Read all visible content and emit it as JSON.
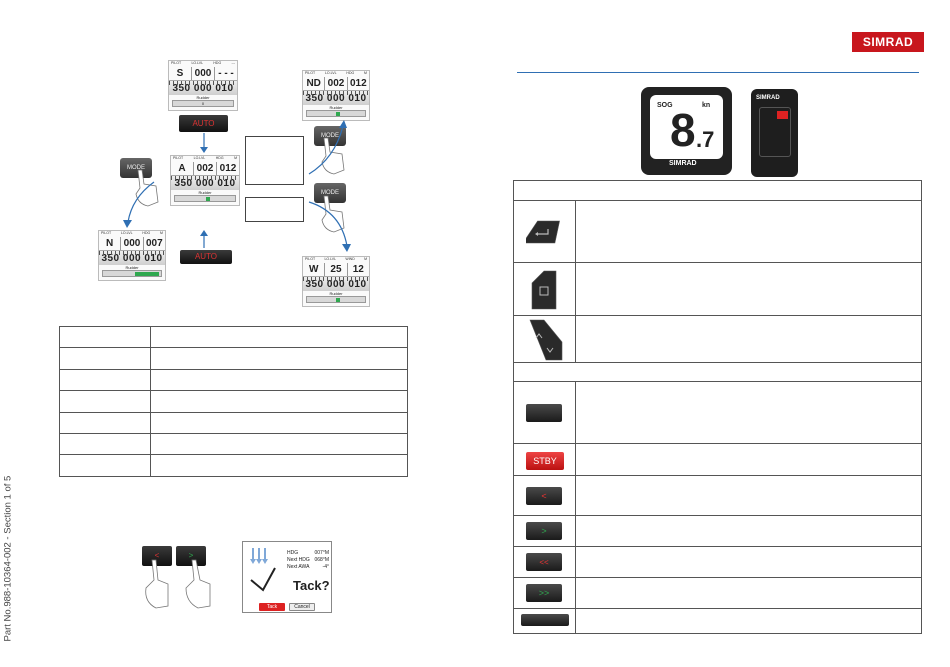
{
  "sidebar_text": "Part No.988-10364-002 - Section 1 of 5",
  "brand_logo": "SIMRAD",
  "displays": {
    "top": {
      "head": [
        "PILOT",
        "LO.LVL",
        "HDG",
        "---"
      ],
      "mode": "S",
      "heading": "000",
      "extra": "- - -",
      "scale": "350 000 010",
      "rudder_label": "Rudder",
      "rudder_val": "0"
    },
    "middle": {
      "head": [
        "PILOT",
        "LO.LVL",
        "HDG",
        "M"
      ],
      "mode": "A",
      "heading": "002",
      "extra": "012",
      "scale": "350 000 010 0",
      "rudder_label": "Rudder"
    },
    "left": {
      "head": [
        "PILOT",
        "LO.LVL",
        "HDG",
        "M"
      ],
      "mode": "N",
      "heading": "000",
      "extra": "007",
      "scale": "350 000 010",
      "rudder_label": "Rudder"
    },
    "right_top": {
      "head": [
        "PILOT",
        "LO.LVL",
        "HDG",
        "M"
      ],
      "mode": "ND",
      "heading": "002",
      "extra": "012",
      "scale": "350 000 010 0",
      "rudder_label": "Rudder"
    },
    "right_bottom": {
      "head": [
        "PILOT",
        "LO.LVL",
        "WIND",
        "M"
      ],
      "mode": "W",
      "heading": "25",
      "extra": "12",
      "scale": "350 000 010",
      "rudder_label": "Rudder"
    }
  },
  "buttons": {
    "auto_label": "AUTO",
    "mode_label": "MODE"
  },
  "tack_screen": {
    "hdg_label": "HDG",
    "hdg_val": "007°M",
    "next_hdg_label": "Next HDG",
    "next_hdg_val": "068°M",
    "next_awa_label": "Next AWA",
    "next_awa_val": "-4°",
    "question": "Tack?",
    "tack_btn": "Tack",
    "cancel_btn": "Cancel"
  },
  "device": {
    "sog_label": "SOG",
    "unit": "kn",
    "value_main": "8",
    "value_dec": ".7",
    "brand": "SIMRAD"
  },
  "remote": {
    "brand": "SIMRAD"
  },
  "key_table": {
    "stby_label": "STBY",
    "lt_label": "<",
    "gt_label": ">",
    "dgt_label": ">>"
  },
  "colors": {
    "brand_red": "#c8161d",
    "rule_blue": "#2f6fb3",
    "rudder_green": "#2fa84f"
  }
}
